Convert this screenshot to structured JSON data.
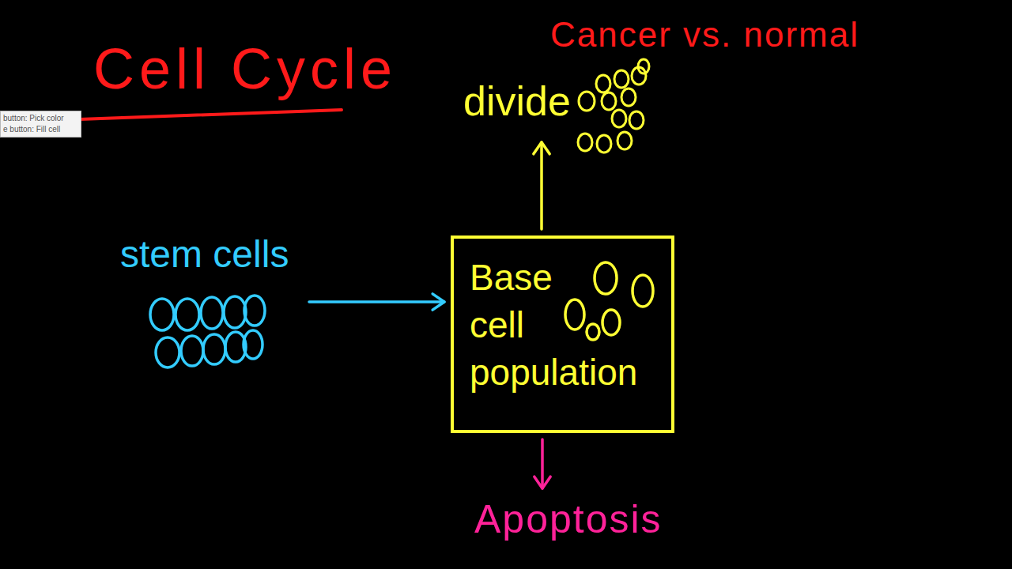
{
  "diagram": {
    "title": "Cell Cycle",
    "nodes": [
      {
        "text": [
          "divide"
        ]
      },
      {
        "text": [
          "stem cells"
        ]
      },
      {
        "text": [
          "Base cell population"
        ]
      },
      {
        "text": [
          "Apoptosis"
        ]
      }
    ],
    "edges": [
      {
        "from": 1,
        "to": 2,
        "arrow": "to"
      },
      {
        "from": 2,
        "to": 0,
        "arrow": "to"
      },
      {
        "from": 2,
        "to": 3,
        "arrow": "to"
      }
    ],
    "labels": [
      "Cancer vs. normal",
      "button: Pick color",
      "e button: Fill cell"
    ]
  }
}
